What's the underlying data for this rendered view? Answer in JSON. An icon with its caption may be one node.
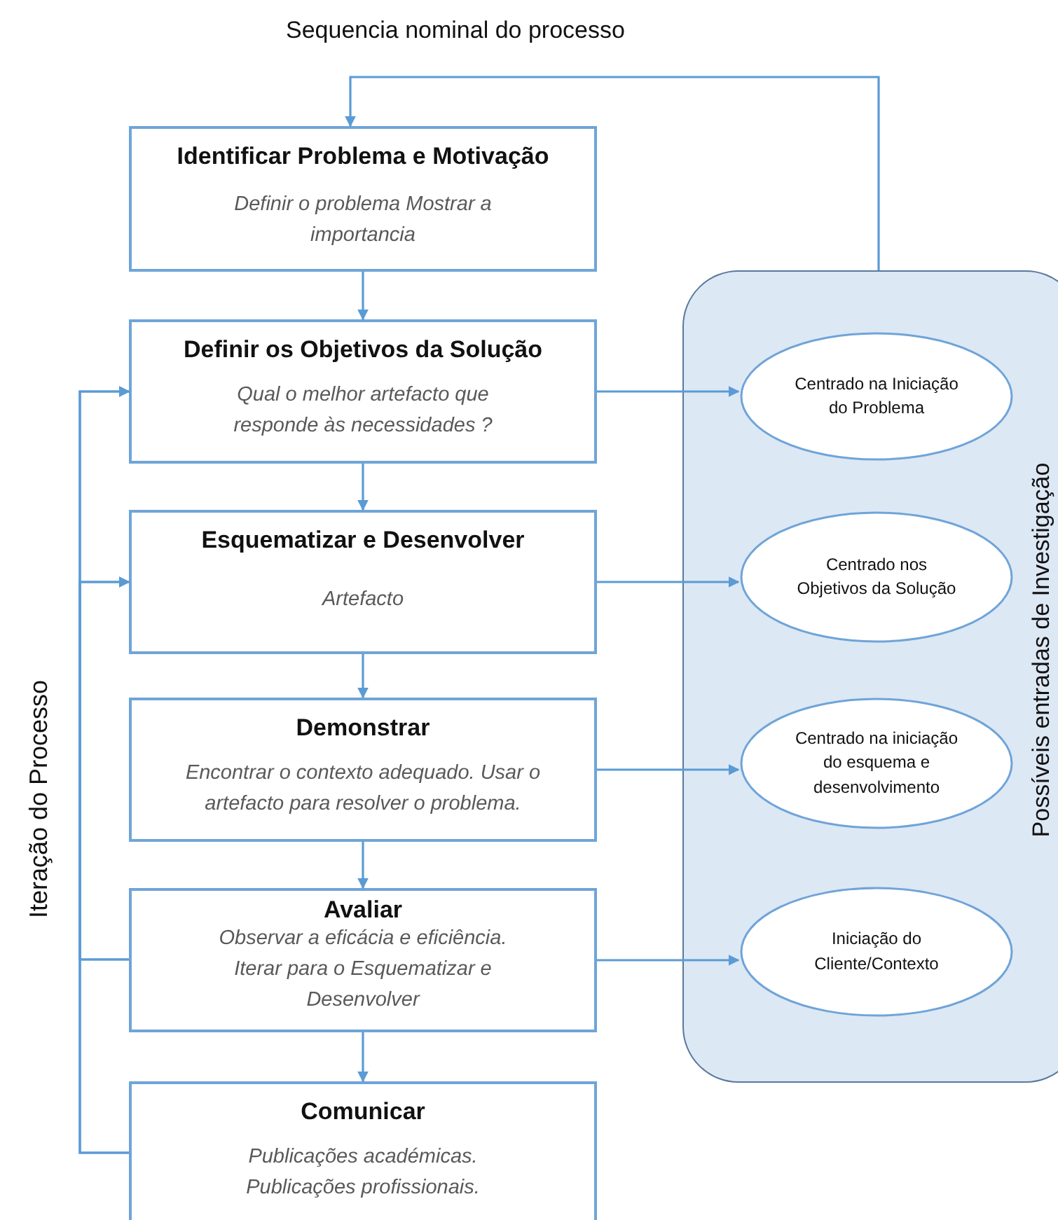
{
  "diagram": {
    "nodes": [
      {
        "text": [
          "Identificar Problema e Motivação",
          "Definir o problema Mostrar a importancia"
        ]
      },
      {
        "text": [
          "Definir os Objetivos da Solução",
          "Qual o melhor artefacto que responde às necessidades ?"
        ]
      },
      {
        "text": [
          "Esquematizar e Desenvolver",
          "Artefacto"
        ]
      },
      {
        "text": [
          "Demonstrar",
          "Encontrar o contexto adequado. Usar o artefacto para resolver o problema."
        ]
      },
      {
        "text": [
          "Avaliar",
          "Observar a eficácia e eficiência. Iterar para o Esquematizar e Desenvolver"
        ]
      },
      {
        "text": [
          "Comunicar",
          "Publicações académicas. Publicações profissionais."
        ]
      },
      {
        "text": [
          "Possíveis entradas de Investigação"
        ]
      },
      {
        "text": [
          "Centrado na Iniciação do Problema"
        ],
        "in": 6
      },
      {
        "text": [
          "Centrado nos Objetivos da Solução"
        ],
        "in": 6
      },
      {
        "text": [
          "Centrado na iniciação do esquema e desenvolvimento"
        ],
        "in": 6
      },
      {
        "text": [
          "Iniciação do Cliente/Contexto"
        ],
        "in": 6
      }
    ],
    "edges": [
      {
        "from": 0,
        "to": 1,
        "arrow": "to"
      },
      {
        "from": 1,
        "to": 2,
        "arrow": "to"
      },
      {
        "from": 2,
        "to": 3,
        "arrow": "to"
      },
      {
        "from": 3,
        "to": 4,
        "arrow": "to"
      },
      {
        "from": 4,
        "to": 5,
        "arrow": "to"
      },
      {
        "from": 1,
        "to": 7,
        "arrow": "to"
      },
      {
        "from": 2,
        "to": 8,
        "arrow": "to"
      },
      {
        "from": 3,
        "to": 9,
        "arrow": "to"
      },
      {
        "from": 4,
        "to": 10,
        "arrow": "to"
      },
      {
        "from": 6,
        "to": 0,
        "arrow": "to"
      },
      {
        "from": 4,
        "to": 1,
        "arrow": "to"
      },
      {
        "from": 4,
        "to": 2,
        "arrow": "to"
      },
      {
        "from": 5,
        "to": 1,
        "arrow": "to"
      },
      {
        "from": 5,
        "to": 2,
        "arrow": "to"
      }
    ],
    "labels": [
      "Sequencia nominal do processo",
      "Iteração do Processo"
    ]
  }
}
